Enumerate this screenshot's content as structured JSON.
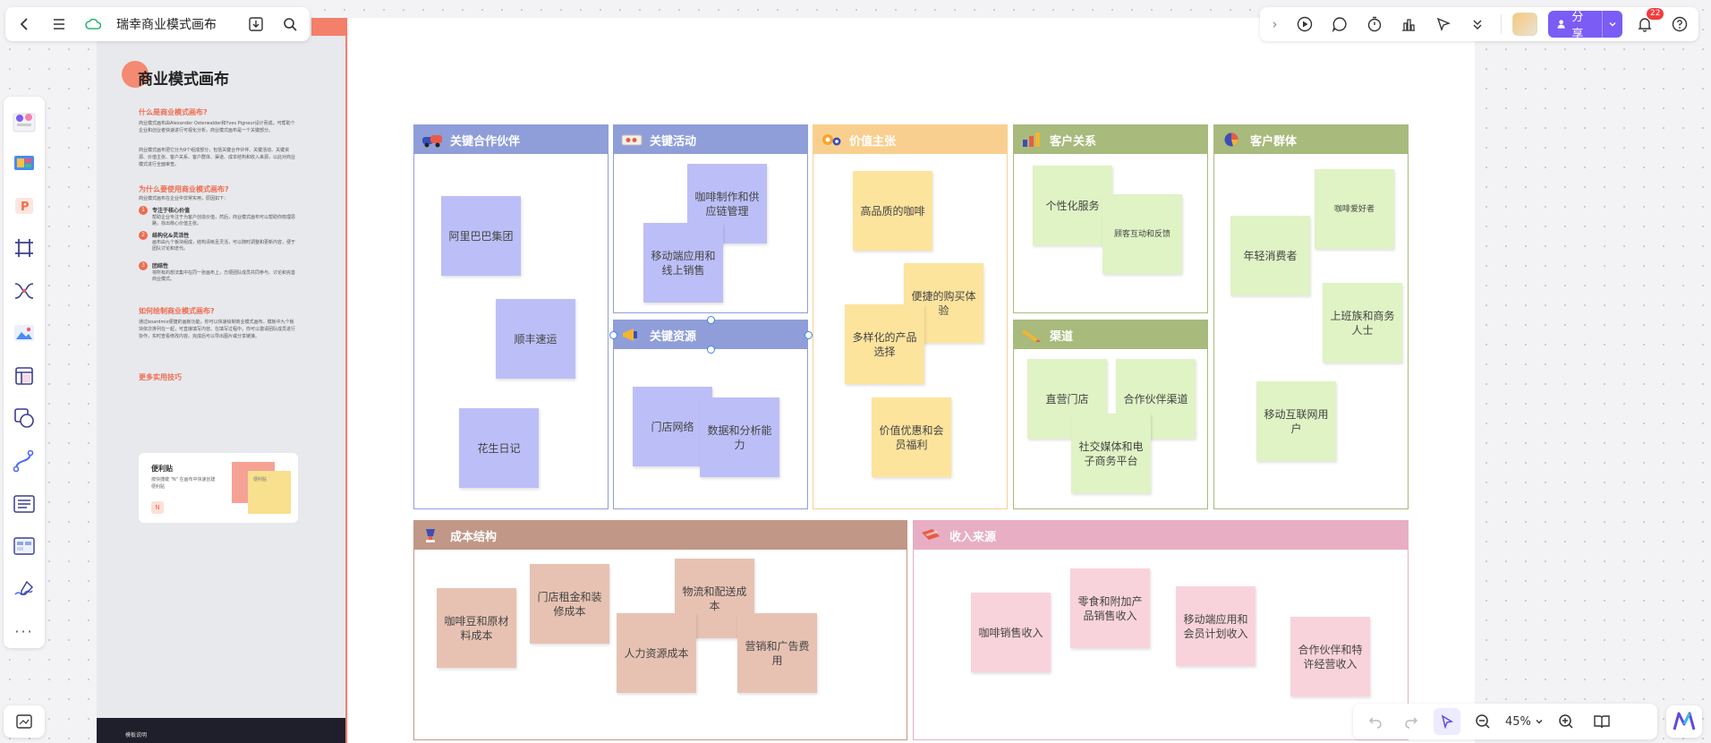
{
  "topbar": {
    "doc_title": "瑞幸商业模式画布"
  },
  "topright": {
    "share_label": "分享",
    "notifications_count": "22"
  },
  "guide": {
    "title": "商业模式画布",
    "sections": [
      {
        "heading": "什么是商业模式画布?",
        "paragraphs": [
          "商业模式画布由Alexander Osterwalder和Yves Pigneur设计而成，可帮助个企业和创业者快速进行可视化分析。商业模式画布是一个关键部分。",
          "商业模式画布把它分为9个组成部分，包括关键合作伙伴、关键活动、关键资源、价值主张、客户关系、客户群体、渠道、成本结构和收入来源，以此对商业模式进行全面审查。"
        ]
      },
      {
        "heading": "为什么要使用商业模式画布?",
        "paragraphs": [
          "商业模式画布在企业中非常实用，原因如下："
        ]
      },
      {
        "heading": "如何绘制商业模式画布?",
        "paragraphs": [
          "通过boardmix便捷的画板功能，你可以快速绘制商业模式画布。模板中九个板块依次排列在一起，可直接填写内容。在填写过程中，你可以邀请团队成员进行协作，实时查看修改内容。完成后可以导出图片或分享链接。"
        ]
      },
      {
        "heading": "更多实用技巧",
        "paragraphs": []
      }
    ],
    "reasons": [
      {
        "num": "1",
        "title": "专注于核心价值",
        "text": "帮助企业专注于为客户创造价值，然后，商业模式画布可以帮助你梳理思路，找出核心价值主张。"
      },
      {
        "num": "2",
        "title": "结构化&灵活性",
        "text": "画布由九个板块组成，结构清晰且灵活，可以随时调整和更新内容，便于团队讨论和迭代。"
      },
      {
        "num": "3",
        "title": "团结性",
        "text": "将所有的想法集中在同一张画布上，方便团队成员共同参与、讨论和完善商业模式。"
      }
    ],
    "tip": {
      "title": "便利贴",
      "text": "按快捷键 \"N\" 在画布中快速创建便利贴",
      "key": "N",
      "note_text": "便利贴"
    },
    "footer": "模板说明"
  },
  "canvas": {
    "blocks": {
      "partners": {
        "title": "关键合作伙伴",
        "notes": [
          "阿里巴巴集团",
          "顺丰速运",
          "花生日记"
        ]
      },
      "activities": {
        "title": "关键活动",
        "notes": [
          "咖啡制作和供应链管理",
          "移动端应用和线上销售"
        ]
      },
      "resources": {
        "title": "关键资源",
        "notes": [
          "门店网络",
          "数据和分析能力"
        ]
      },
      "value": {
        "title": "价值主张",
        "notes": [
          "高品质的咖啡",
          "便捷的购买体验",
          "多样化的产品选择",
          "价值优惠和会员福利"
        ]
      },
      "relations": {
        "title": "客户关系",
        "notes": [
          "个性化服务",
          "顾客互动和反馈"
        ]
      },
      "channels": {
        "title": "渠道",
        "notes": [
          "直营门店",
          "合作伙伴渠道",
          "社交媒体和电子商务平台"
        ]
      },
      "segments": {
        "title": "客户群体",
        "notes": [
          "咖啡爱好者",
          "年轻消费者",
          "上班族和商务人士",
          "移动互联网用户"
        ]
      },
      "costs": {
        "title": "成本结构",
        "notes": [
          "咖啡豆和原材料成本",
          "门店租金和装修成本",
          "物流和配送成本",
          "人力资源成本",
          "营销和广告费用"
        ]
      },
      "revenue": {
        "title": "收入来源",
        "notes": [
          "咖啡销售收入",
          "零食和附加产品销售收入",
          "移动端应用和会员计划收入",
          "合作伙伴和特许经营收入"
        ]
      }
    },
    "colors": {
      "partners": "#8f9ed9",
      "activities": "#8f9ed9",
      "value": "#f9cf8f",
      "relations": "#a8ba7c",
      "segments": "#a8ba7c",
      "costs": "#c19787",
      "revenue": "#e8aec4",
      "accent": "#7b5cf5",
      "guide_accent": "#ef6b50"
    }
  },
  "bottombar": {
    "zoom": "45%"
  }
}
